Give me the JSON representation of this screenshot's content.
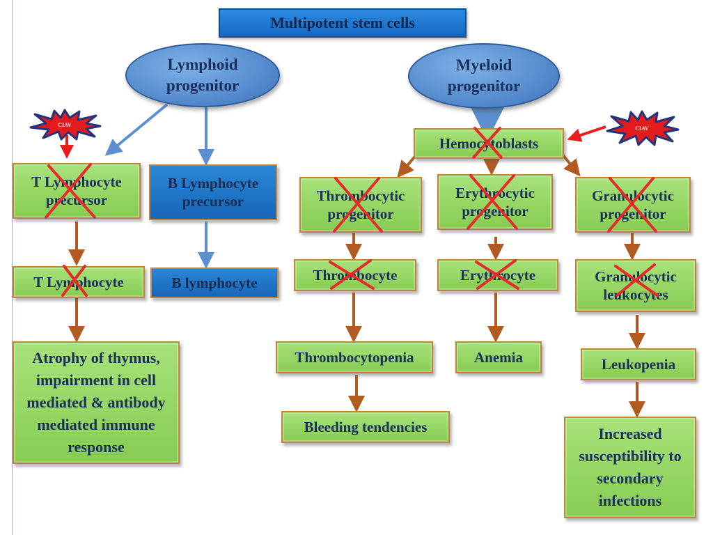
{
  "top": {
    "label": "Multipotent stem cells"
  },
  "lymphoid": {
    "label": "Lymphoid progenitor"
  },
  "myeloid": {
    "label": "Myeloid progenitor"
  },
  "virus": {
    "label": "CIAV"
  },
  "lymphoid_branch": {
    "t_precursor": "T Lymphocyte precursor",
    "b_precursor": "B Lymphocyte precursor",
    "t_lymphocyte": "T Lymphocyte",
    "b_lymphocyte": "B lymphocyte",
    "t_outcome": "Atrophy of thymus, impairment in cell mediated & antibody mediated immune response"
  },
  "myeloid_branch": {
    "hemocytoblasts": "Hemocytoblasts",
    "thrombocytic_progenitor": "Thrombocytic progenitor",
    "erythrocytic_progenitor": "Erythrocytic progenitor",
    "granulocytic_progenitor": "Granulocytic progenitor",
    "thrombocyte": "Thrombocyte",
    "erythrocyte": "Erythrocyte",
    "granulocytic_leukocytes": "Granulocytic leukocytes",
    "thrombocytopenia": "Thrombocytopenia",
    "anemia": "Anemia",
    "leukopenia": "Leukopenia",
    "bleeding": "Bleeding tendencies",
    "susceptibility": "Increased susceptibility to secondary infections"
  },
  "colors": {
    "green_box": "#94d463",
    "blue_box": "#1a6fc2",
    "box_border": "#c0843a",
    "brown_arrow": "#b15b22",
    "blue_arrow": "#5b8fd0",
    "red_arrow": "#e81c1c",
    "cross": "#e52b2b",
    "virus_fill": "#e21c1c",
    "virus_outline": "#24337a"
  }
}
